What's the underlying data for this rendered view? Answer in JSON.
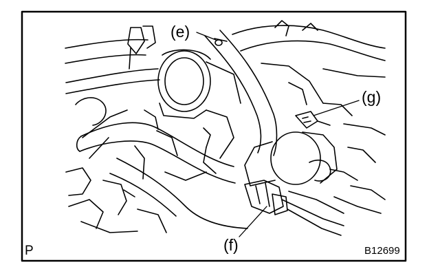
{
  "figure": {
    "callouts": {
      "e": "(e)",
      "f": "(f)",
      "g": "(g)"
    },
    "corner_left": "P",
    "figure_code": "B12699",
    "colors": {
      "ink": "#000000",
      "paper": "#ffffff"
    }
  }
}
